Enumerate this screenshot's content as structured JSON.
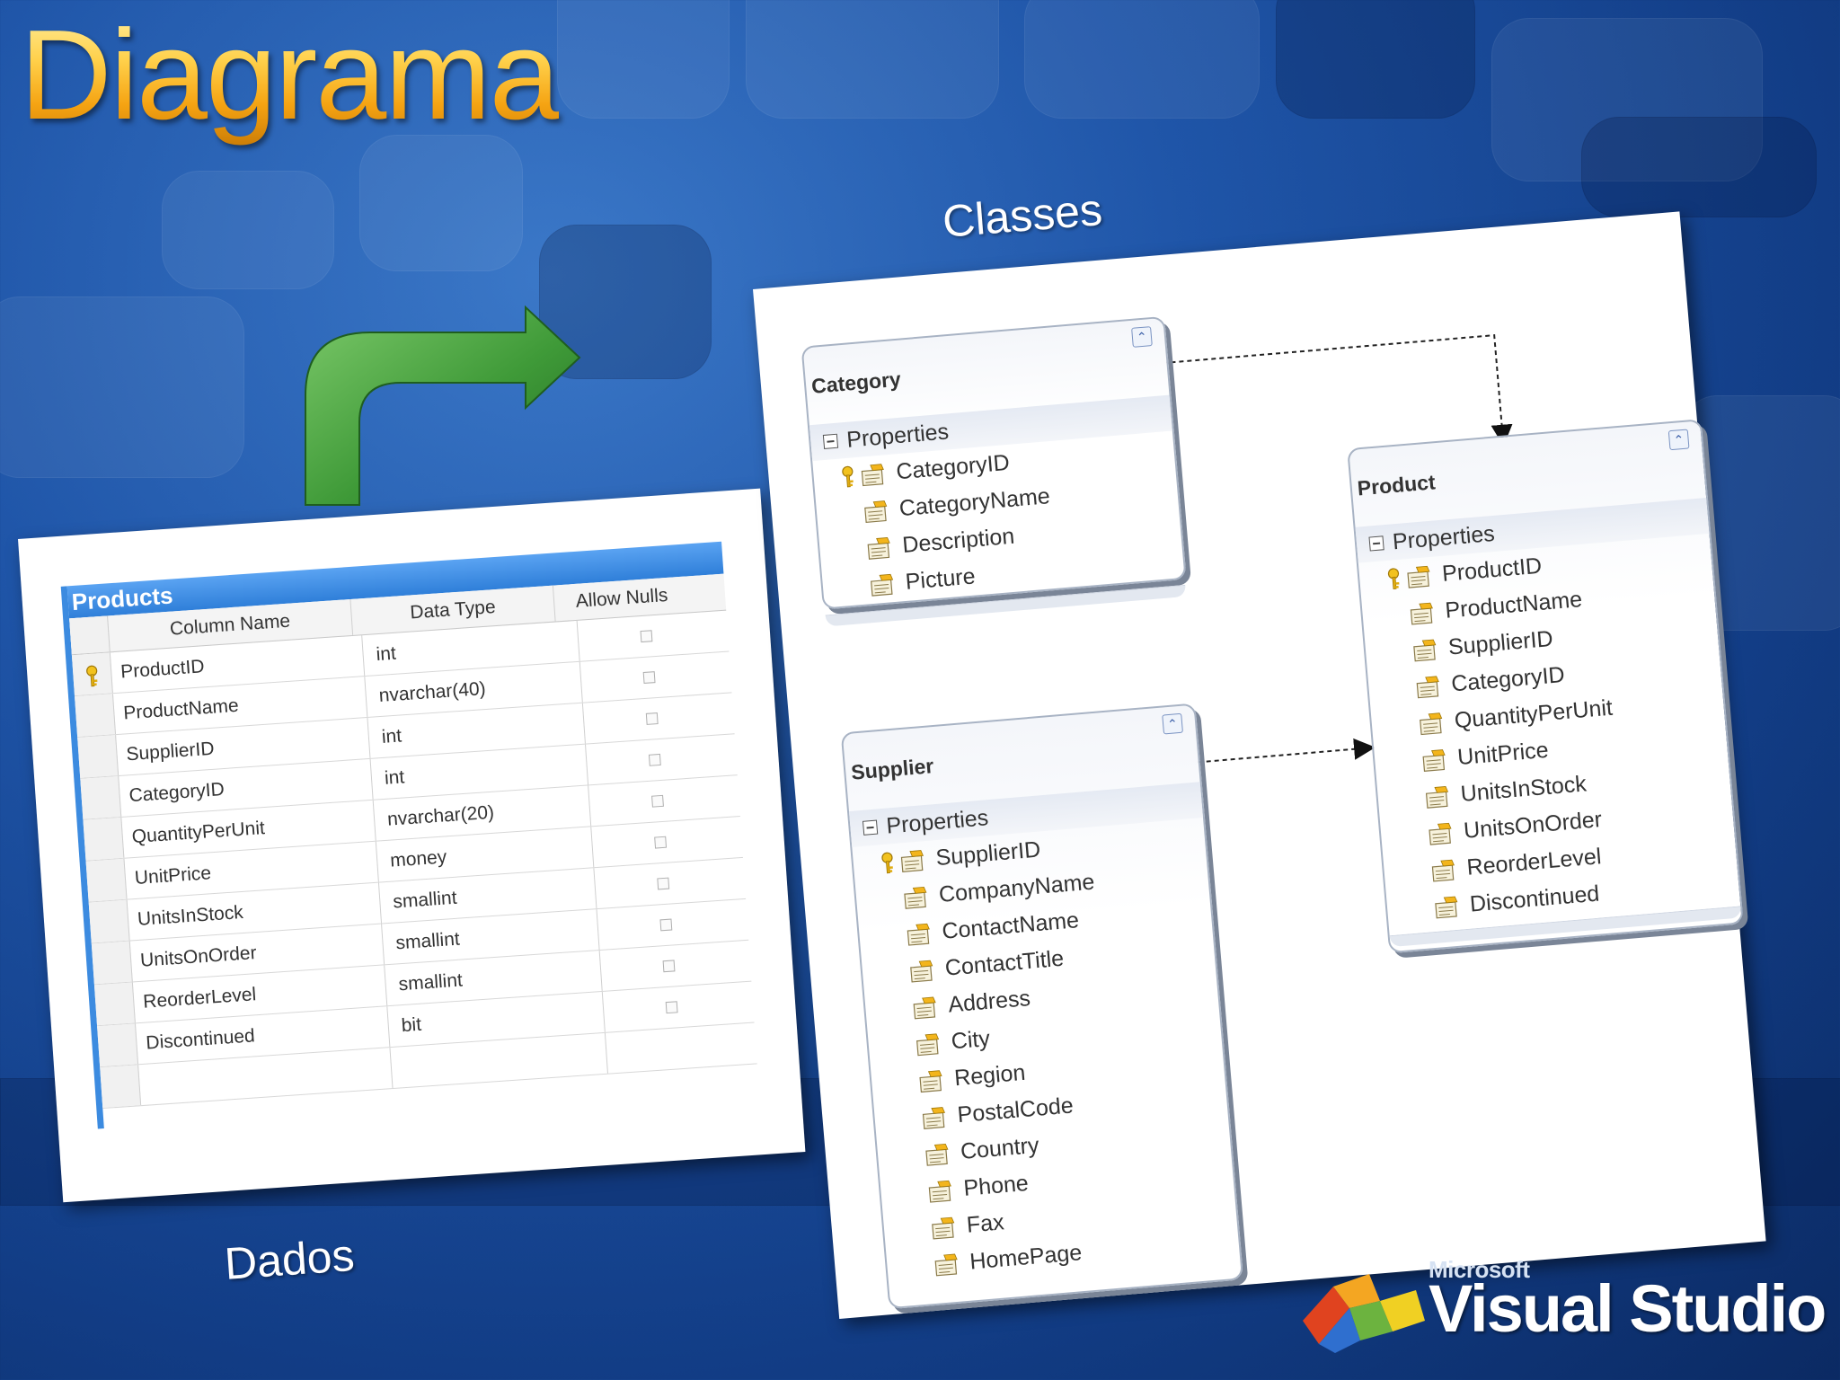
{
  "slide": {
    "title": "Diagrama",
    "caption_classes": "Classes",
    "caption_data": "Dados"
  },
  "colors": {
    "title_gold": "#f5a312",
    "arrow_green": "#3f9a38",
    "table_header_blue": "#2f7fd9",
    "background_blue": "#1f55a8"
  },
  "table": {
    "name": "Products",
    "columns": [
      "Column Name",
      "Data Type",
      "Allow Nulls"
    ],
    "rows": [
      {
        "name": "ProductID",
        "type": "int",
        "pk": true
      },
      {
        "name": "ProductName",
        "type": "nvarchar(40)",
        "pk": false
      },
      {
        "name": "SupplierID",
        "type": "int",
        "pk": false
      },
      {
        "name": "CategoryID",
        "type": "int",
        "pk": false
      },
      {
        "name": "QuantityPerUnit",
        "type": "nvarchar(20)",
        "pk": false
      },
      {
        "name": "UnitPrice",
        "type": "money",
        "pk": false
      },
      {
        "name": "UnitsInStock",
        "type": "smallint",
        "pk": false
      },
      {
        "name": "UnitsOnOrder",
        "type": "smallint",
        "pk": false
      },
      {
        "name": "ReorderLevel",
        "type": "smallint",
        "pk": false
      },
      {
        "name": "Discontinued",
        "type": "bit",
        "pk": false
      }
    ]
  },
  "classes": {
    "section_label": "Properties",
    "category": {
      "title": "Category",
      "properties": [
        "CategoryID",
        "CategoryName",
        "Description",
        "Picture"
      ]
    },
    "product": {
      "title": "Product",
      "properties": [
        "ProductID",
        "ProductName",
        "SupplierID",
        "CategoryID",
        "QuantityPerUnit",
        "UnitPrice",
        "UnitsInStock",
        "UnitsOnOrder",
        "ReorderLevel",
        "Discontinued"
      ]
    },
    "supplier": {
      "title": "Supplier",
      "properties": [
        "SupplierID",
        "CompanyName",
        "ContactName",
        "ContactTitle",
        "Address",
        "City",
        "Region",
        "PostalCode",
        "Country",
        "Phone",
        "Fax",
        "HomePage"
      ]
    }
  },
  "branding": {
    "company": "Microsoft",
    "product": "Visual Studio"
  }
}
